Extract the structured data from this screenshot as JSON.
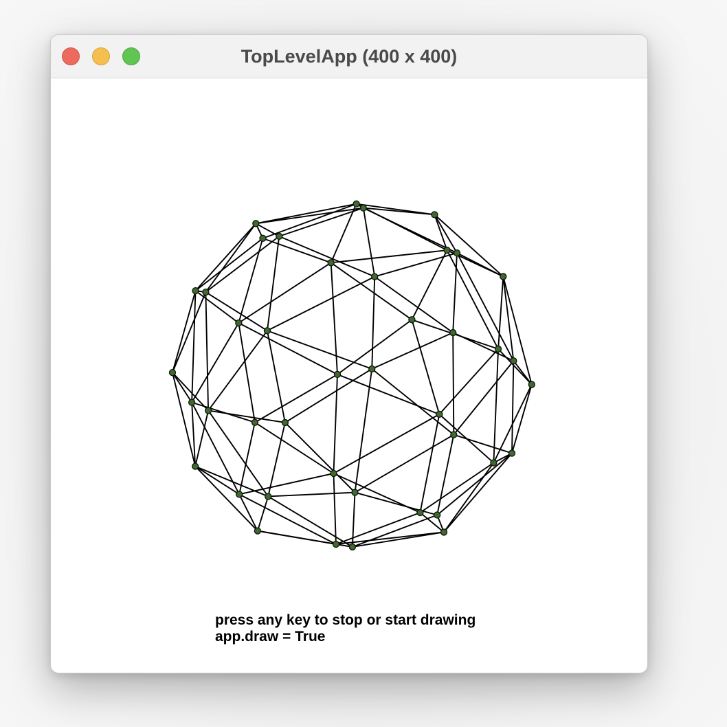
{
  "window": {
    "title": "TopLevelApp (400 x 400)"
  },
  "controls": {
    "close": "close-icon",
    "minimize": "minimize-icon",
    "zoom": "zoom-icon"
  },
  "canvas": {
    "background": "#ffffff",
    "mesh": {
      "edge_color": "#000000",
      "node_fill": "#3d6b2a",
      "node_stroke": "#111111"
    },
    "status": {
      "line1": "press any key to stop or start drawing",
      "line2": "app.draw = True"
    }
  }
}
